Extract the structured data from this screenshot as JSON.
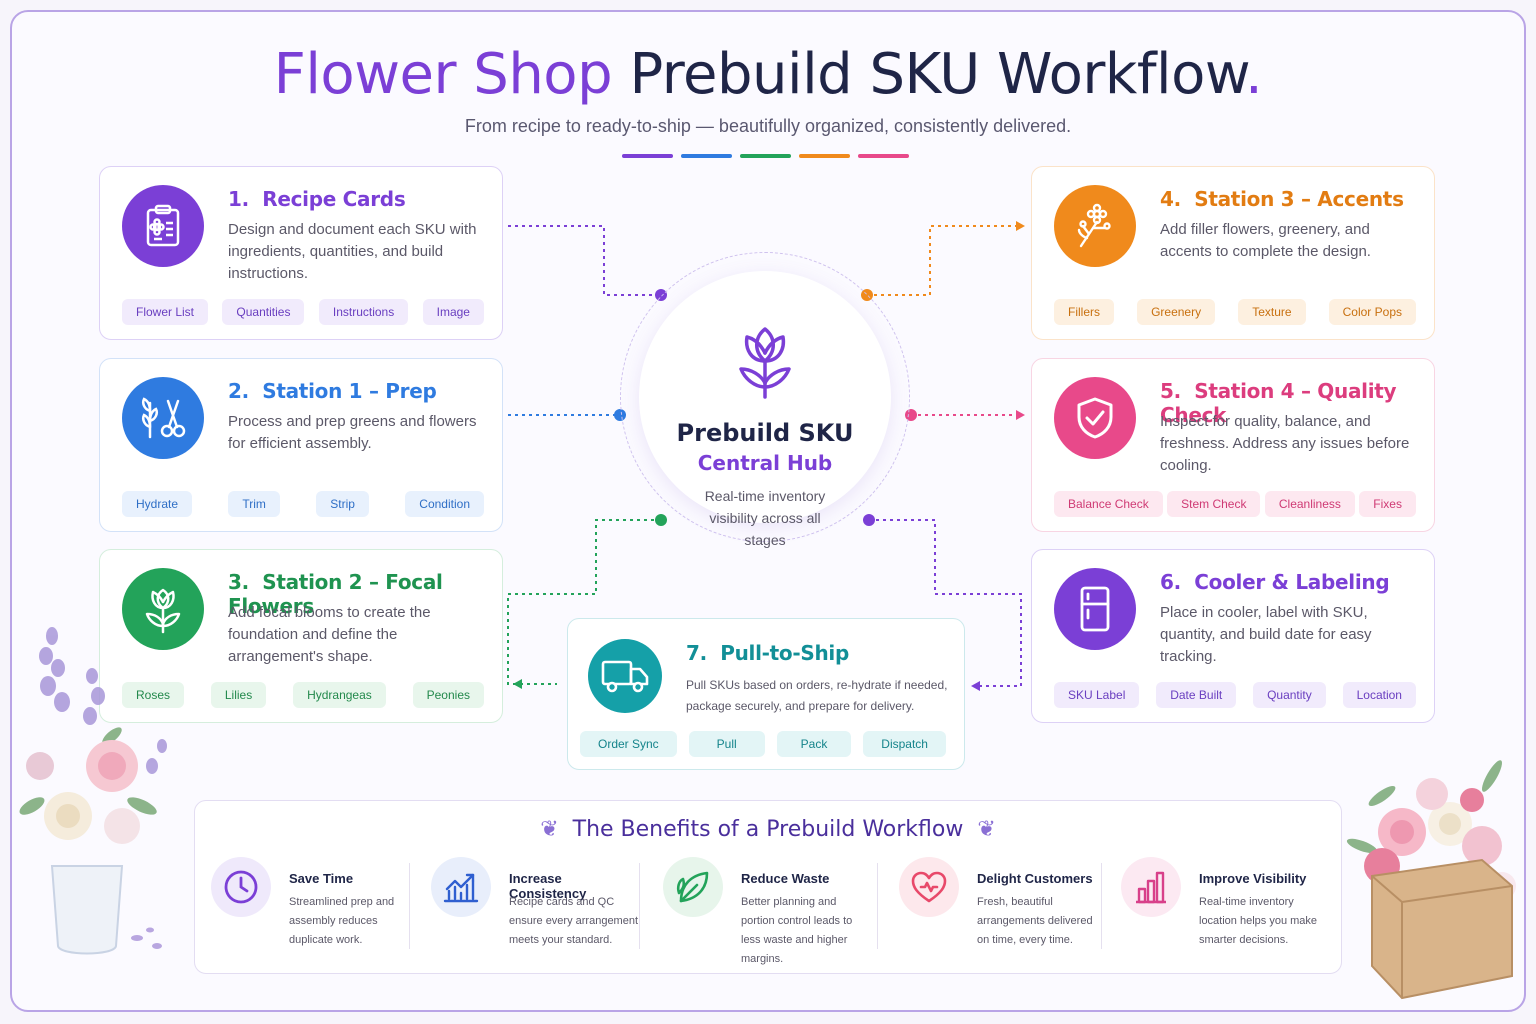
{
  "header": {
    "title_accent": "Flower Shop",
    "title_rest": "Prebuild SKU Workflow",
    "title_dot": ".",
    "subtitle": "From recipe to ready-to-ship — beautifully organized, consistently delivered.",
    "bar_colors": [
      "#7b3fd6",
      "#2f7be0",
      "#23a35a",
      "#f08a1c",
      "#e8498a"
    ]
  },
  "hub": {
    "title": "Prebuild SKU",
    "subtitle": "Central Hub",
    "description": "Real-time inventory visibility across all stages",
    "icon": "tulip-icon"
  },
  "steps": [
    {
      "id": "recipe",
      "number": "1.",
      "title": "Recipe Cards",
      "description": "Design and document each SKU with ingredients, quantities, and build instructions.",
      "tags": [
        "Flower List",
        "Quantities",
        "Instructions",
        "Image"
      ],
      "icon": "clipboard-flower-icon",
      "color": "#7b3fd6"
    },
    {
      "id": "prep",
      "number": "2.",
      "title": "Station 1 – Prep",
      "description": "Process and prep greens and flowers for efficient assembly.",
      "tags": [
        "Hydrate",
        "Trim",
        "Strip",
        "Condition"
      ],
      "icon": "scissors-icon",
      "color": "#2f7be0"
    },
    {
      "id": "focal",
      "number": "3.",
      "title": "Station 2 – Focal Flowers",
      "description": "Add focal blooms to create the foundation and define the arrangement's shape.",
      "tags": [
        "Roses",
        "Lilies",
        "Hydrangeas",
        "Peonies"
      ],
      "icon": "tulip-icon",
      "color": "#23a35a"
    },
    {
      "id": "accents",
      "number": "4.",
      "title": "Station 3 – Accents",
      "description": "Add filler flowers, greenery, and accents to complete the design.",
      "tags": [
        "Fillers",
        "Greenery",
        "Texture",
        "Color Pops"
      ],
      "icon": "flower-sprig-icon",
      "color": "#f08a1c"
    },
    {
      "id": "quality",
      "number": "5.",
      "title": "Station 4 – Quality Check",
      "description": "Inspect for quality, balance, and freshness. Address any issues before cooling.",
      "tags": [
        "Balance Check",
        "Stem Check",
        "Cleanliness",
        "Fixes"
      ],
      "icon": "shield-check-icon",
      "color": "#e8498a"
    },
    {
      "id": "cooler",
      "number": "6.",
      "title": "Cooler & Labeling",
      "description": "Place in cooler, label with SKU, quantity, and build date for easy tracking.",
      "tags": [
        "SKU Label",
        "Date Built",
        "Quantity",
        "Location"
      ],
      "icon": "refrigerator-icon",
      "color": "#7b3fd6"
    },
    {
      "id": "ship",
      "number": "7.",
      "title": "Pull-to-Ship",
      "description": "Pull SKUs based on orders, re-hydrate if needed, package securely, and prepare for delivery.",
      "tags": [
        "Order Sync",
        "Pull",
        "Pack",
        "Dispatch"
      ],
      "icon": "delivery-truck-icon",
      "color": "#15a0a8"
    }
  ],
  "benefits": {
    "title": "The Benefits of a Prebuild Workflow",
    "items": [
      {
        "title": "Save Time",
        "description": "Streamlined prep and assembly reduces duplicate work.",
        "icon": "clock-icon",
        "color": "#7b3fd6"
      },
      {
        "title": "Increase Consistency",
        "description": "Recipe cards and QC ensure every arrangement meets your standard.",
        "icon": "trending-chart-icon",
        "color": "#2f5fd0"
      },
      {
        "title": "Reduce Waste",
        "description": "Better planning and portion control leads to less waste and higher margins.",
        "icon": "leaf-icon",
        "color": "#23a35a"
      },
      {
        "title": "Delight Customers",
        "description": "Fresh, beautiful arrangements delivered on time, every time.",
        "icon": "heart-icon",
        "color": "#e8496a"
      },
      {
        "title": "Improve Visibility",
        "description": "Real-time inventory location helps you make smarter decisions.",
        "icon": "bar-chart-icon",
        "color": "#d8408a"
      }
    ]
  }
}
